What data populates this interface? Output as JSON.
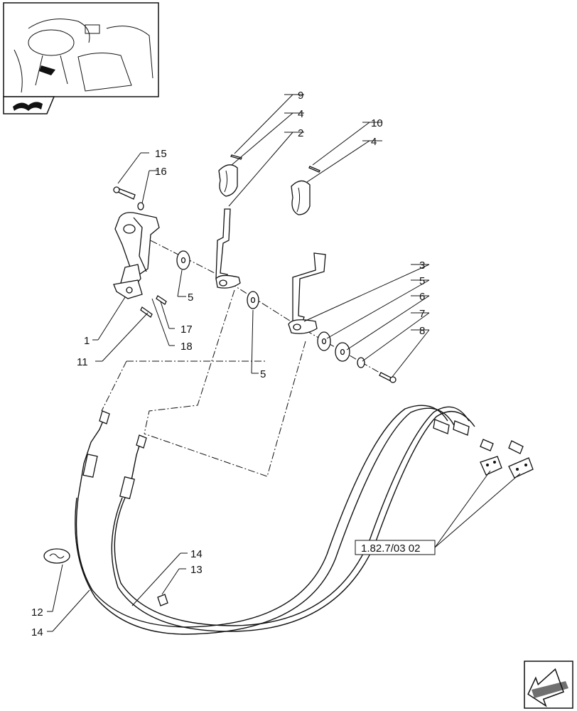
{
  "diagram": {
    "callouts": [
      "9",
      "4",
      "2",
      "10",
      "4",
      "15",
      "16",
      "3",
      "5",
      "6",
      "7",
      "8",
      "5",
      "5",
      "1",
      "17",
      "11",
      "18",
      "14",
      "13",
      "12",
      "14"
    ],
    "reference": "1.82.7/03 02"
  },
  "icons": {
    "thumbnail": "tractor-cab-thumbnail-icon",
    "book": "open-book-icon",
    "next": "next-page-arrow-icon"
  }
}
